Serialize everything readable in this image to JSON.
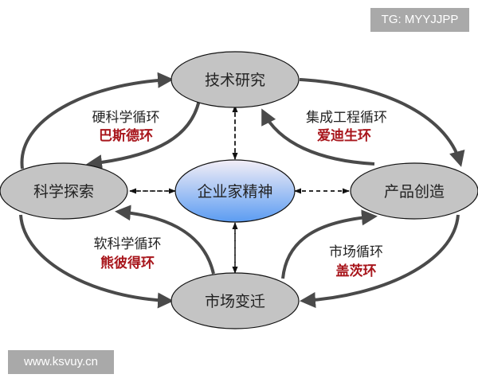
{
  "watermarks": {
    "top_right": "TG: MYYJJPP",
    "bottom_left": "www.ksvuy.cn"
  },
  "nodes": {
    "top": {
      "label": "技术研究",
      "fill": "#c4c4c4"
    },
    "left": {
      "label": "科学探索",
      "fill": "#c4c4c4"
    },
    "right": {
      "label": "产品创造",
      "fill": "#c4c4c4"
    },
    "bottom": {
      "label": "市场变迁",
      "fill": "#c4c4c4"
    },
    "center": {
      "label": "企业家精神",
      "gradient_top": "#f3eef6",
      "gradient_bottom": "#5b9cf2"
    }
  },
  "loops": {
    "top_left": {
      "title": "硬科学循环",
      "subtitle": "巴斯德环"
    },
    "top_right": {
      "title": "集成工程循环",
      "subtitle": "爱迪生环"
    },
    "bottom_left": {
      "title": "软科学循环",
      "subtitle": "熊彼得环"
    },
    "bottom_right": {
      "title": "市场循环",
      "subtitle": "盖茨环"
    }
  },
  "colors": {
    "arrow": "#4a4a4a",
    "subtitle_red": "#a8161c",
    "watermark_bg": "#a9a9a9"
  }
}
